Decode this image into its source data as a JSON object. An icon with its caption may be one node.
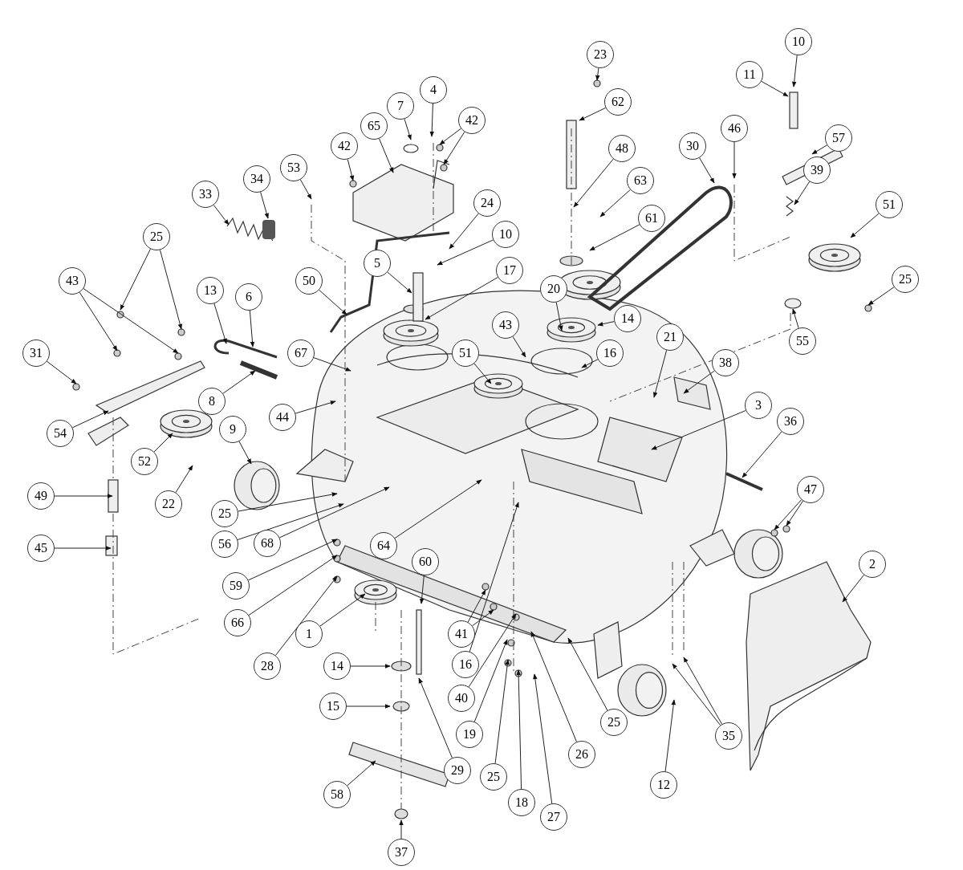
{
  "diagram": {
    "nodes": [
      {
        "text": [
          "23"
        ]
      },
      {
        "text": [
          "10"
        ]
      },
      {
        "text": [
          "11"
        ]
      },
      {
        "text": [
          "4"
        ]
      },
      {
        "text": [
          "62"
        ]
      },
      {
        "text": [
          "7"
        ]
      },
      {
        "text": [
          "65"
        ]
      },
      {
        "text": [
          "42"
        ]
      },
      {
        "text": [
          "46"
        ]
      },
      {
        "text": [
          "57"
        ]
      },
      {
        "text": [
          "42"
        ]
      },
      {
        "text": [
          "53"
        ]
      },
      {
        "text": [
          "48"
        ]
      },
      {
        "text": [
          "30"
        ]
      },
      {
        "text": [
          "34"
        ]
      },
      {
        "text": [
          "39"
        ]
      },
      {
        "text": [
          "24"
        ]
      },
      {
        "text": [
          "33"
        ]
      },
      {
        "text": [
          "10"
        ]
      },
      {
        "text": [
          "63"
        ]
      },
      {
        "text": [
          "51"
        ]
      },
      {
        "text": [
          "61"
        ]
      },
      {
        "text": [
          "25"
        ]
      },
      {
        "text": [
          "50"
        ]
      },
      {
        "text": [
          "17"
        ]
      },
      {
        "text": [
          "25"
        ]
      },
      {
        "text": [
          "5"
        ]
      },
      {
        "text": [
          "13"
        ]
      },
      {
        "text": [
          "6"
        ]
      },
      {
        "text": [
          "43"
        ]
      },
      {
        "text": [
          "20"
        ]
      },
      {
        "text": [
          "14"
        ]
      },
      {
        "text": [
          "55"
        ]
      },
      {
        "text": [
          "21"
        ]
      },
      {
        "text": [
          "67"
        ]
      },
      {
        "text": [
          "43"
        ]
      },
      {
        "text": [
          "16"
        ]
      },
      {
        "text": [
          "51"
        ]
      },
      {
        "text": [
          "38"
        ]
      },
      {
        "text": [
          "54"
        ]
      },
      {
        "text": [
          "31"
        ]
      },
      {
        "text": [
          "8"
        ]
      },
      {
        "text": [
          "44"
        ]
      },
      {
        "text": [
          "3"
        ]
      },
      {
        "text": [
          "36"
        ]
      },
      {
        "text": [
          "52"
        ]
      },
      {
        "text": [
          "22"
        ]
      },
      {
        "text": [
          "9"
        ]
      },
      {
        "text": [
          "49"
        ]
      },
      {
        "text": [
          "47"
        ]
      },
      {
        "text": [
          "25"
        ]
      },
      {
        "text": [
          "56"
        ]
      },
      {
        "text": [
          "68"
        ]
      },
      {
        "text": [
          "45"
        ]
      },
      {
        "text": [
          "2"
        ]
      },
      {
        "text": [
          "64"
        ]
      },
      {
        "text": [
          "59"
        ]
      },
      {
        "text": [
          "66"
        ]
      },
      {
        "text": [
          "60"
        ]
      },
      {
        "text": [
          "41"
        ]
      },
      {
        "text": [
          "28"
        ]
      },
      {
        "text": [
          "1"
        ]
      },
      {
        "text": [
          "16"
        ]
      },
      {
        "text": [
          "14"
        ]
      },
      {
        "text": [
          "40"
        ]
      },
      {
        "text": [
          "25"
        ]
      },
      {
        "text": [
          "35"
        ]
      },
      {
        "text": [
          "19"
        ]
      },
      {
        "text": [
          "15"
        ]
      },
      {
        "text": [
          "29"
        ]
      },
      {
        "text": [
          "26"
        ]
      },
      {
        "text": [
          "12"
        ]
      },
      {
        "text": [
          "25"
        ]
      },
      {
        "text": [
          "18"
        ]
      },
      {
        "text": [
          "27"
        ]
      },
      {
        "text": [
          "58"
        ]
      },
      {
        "text": [
          "37"
        ]
      }
    ],
    "edges": [
      {
        "from": 0,
        "to": null,
        "arrow": "to"
      },
      {
        "from": 1,
        "to": null,
        "arrow": "to"
      },
      {
        "from": 2,
        "to": null,
        "arrow": "to"
      },
      {
        "from": 3,
        "to": null,
        "arrow": "to"
      },
      {
        "from": 4,
        "to": null,
        "arrow": "to"
      },
      {
        "from": 5,
        "to": null,
        "arrow": "to"
      },
      {
        "from": 6,
        "to": null,
        "arrow": "to"
      },
      {
        "from": 7,
        "to": null,
        "arrow": "to"
      },
      {
        "from": 7,
        "to": null,
        "arrow": "to"
      },
      {
        "from": 8,
        "to": null,
        "arrow": "to"
      },
      {
        "from": 9,
        "to": null,
        "arrow": "to"
      },
      {
        "from": 10,
        "to": null,
        "arrow": "to"
      },
      {
        "from": 11,
        "to": null,
        "arrow": "to"
      },
      {
        "from": 12,
        "to": null,
        "arrow": "to"
      },
      {
        "from": 13,
        "to": null,
        "arrow": "to"
      },
      {
        "from": 14,
        "to": null,
        "arrow": "to"
      },
      {
        "from": 15,
        "to": null,
        "arrow": "to"
      },
      {
        "from": 16,
        "to": null,
        "arrow": "to"
      },
      {
        "from": 17,
        "to": null,
        "arrow": "to"
      },
      {
        "from": 18,
        "to": null,
        "arrow": "to"
      },
      {
        "from": 19,
        "to": null,
        "arrow": "to"
      },
      {
        "from": 20,
        "to": null,
        "arrow": "to"
      },
      {
        "from": 21,
        "to": null,
        "arrow": "to"
      },
      {
        "from": 22,
        "to": null,
        "arrow": "to"
      },
      {
        "from": 22,
        "to": null,
        "arrow": "to"
      },
      {
        "from": 23,
        "to": null,
        "arrow": "to"
      },
      {
        "from": 24,
        "to": null,
        "arrow": "to"
      },
      {
        "from": 25,
        "to": null,
        "arrow": "to"
      },
      {
        "from": 26,
        "to": null,
        "arrow": "to"
      },
      {
        "from": 27,
        "to": null,
        "arrow": "to"
      },
      {
        "from": 28,
        "to": null,
        "arrow": "to"
      },
      {
        "from": 29,
        "to": null,
        "arrow": "to"
      },
      {
        "from": 29,
        "to": null,
        "arrow": "to"
      },
      {
        "from": 30,
        "to": null,
        "arrow": "to"
      },
      {
        "from": 31,
        "to": null,
        "arrow": "to"
      },
      {
        "from": 32,
        "to": null,
        "arrow": "to"
      },
      {
        "from": 33,
        "to": null,
        "arrow": "to"
      },
      {
        "from": 34,
        "to": null,
        "arrow": "to"
      },
      {
        "from": 35,
        "to": null,
        "arrow": "to"
      },
      {
        "from": 36,
        "to": null,
        "arrow": "to"
      },
      {
        "from": 37,
        "to": null,
        "arrow": "to"
      },
      {
        "from": 38,
        "to": null,
        "arrow": "to"
      },
      {
        "from": 39,
        "to": null,
        "arrow": "to"
      },
      {
        "from": 40,
        "to": null,
        "arrow": "to"
      },
      {
        "from": 41,
        "to": null,
        "arrow": "to"
      },
      {
        "from": 42,
        "to": null,
        "arrow": "to"
      },
      {
        "from": 43,
        "to": null,
        "arrow": "to"
      },
      {
        "from": 44,
        "to": null,
        "arrow": "to"
      },
      {
        "from": 45,
        "to": null,
        "arrow": "to"
      },
      {
        "from": 46,
        "to": null,
        "arrow": "to"
      },
      {
        "from": 47,
        "to": null,
        "arrow": "to"
      },
      {
        "from": 48,
        "to": null,
        "arrow": "to"
      },
      {
        "from": 49,
        "to": null,
        "arrow": "to"
      },
      {
        "from": 49,
        "to": null,
        "arrow": "to"
      },
      {
        "from": 50,
        "to": null,
        "arrow": "to"
      },
      {
        "from": 51,
        "to": null,
        "arrow": "to"
      },
      {
        "from": 52,
        "to": null,
        "arrow": "to"
      },
      {
        "from": 53,
        "to": null,
        "arrow": "to"
      },
      {
        "from": 54,
        "to": null,
        "arrow": "to"
      },
      {
        "from": 55,
        "to": null,
        "arrow": "to"
      },
      {
        "from": 56,
        "to": null,
        "arrow": "to"
      },
      {
        "from": 57,
        "to": null,
        "arrow": "to"
      },
      {
        "from": 58,
        "to": null,
        "arrow": "to"
      },
      {
        "from": 59,
        "to": null,
        "arrow": "to"
      },
      {
        "from": 59,
        "to": null,
        "arrow": "to"
      },
      {
        "from": 60,
        "to": null,
        "arrow": "to"
      },
      {
        "from": 61,
        "to": null,
        "arrow": "to"
      },
      {
        "from": 62,
        "to": null,
        "arrow": "to"
      },
      {
        "from": 63,
        "to": null,
        "arrow": "to"
      },
      {
        "from": 64,
        "to": null,
        "arrow": "to"
      },
      {
        "from": 65,
        "to": null,
        "arrow": "to"
      },
      {
        "from": 66,
        "to": null,
        "arrow": "to"
      },
      {
        "from": 66,
        "to": null,
        "arrow": "to"
      },
      {
        "from": 67,
        "to": null,
        "arrow": "to"
      },
      {
        "from": 68,
        "to": null,
        "arrow": "to"
      },
      {
        "from": 69,
        "to": null,
        "arrow": "to"
      },
      {
        "from": 70,
        "to": null,
        "arrow": "to"
      },
      {
        "from": 71,
        "to": null,
        "arrow": "to"
      },
      {
        "from": 72,
        "to": null,
        "arrow": "to"
      },
      {
        "from": 73,
        "to": null,
        "arrow": "to"
      },
      {
        "from": 74,
        "to": null,
        "arrow": "to"
      },
      {
        "from": 75,
        "to": null,
        "arrow": "to"
      },
      {
        "from": 76,
        "to": null,
        "arrow": "to"
      }
    ]
  }
}
